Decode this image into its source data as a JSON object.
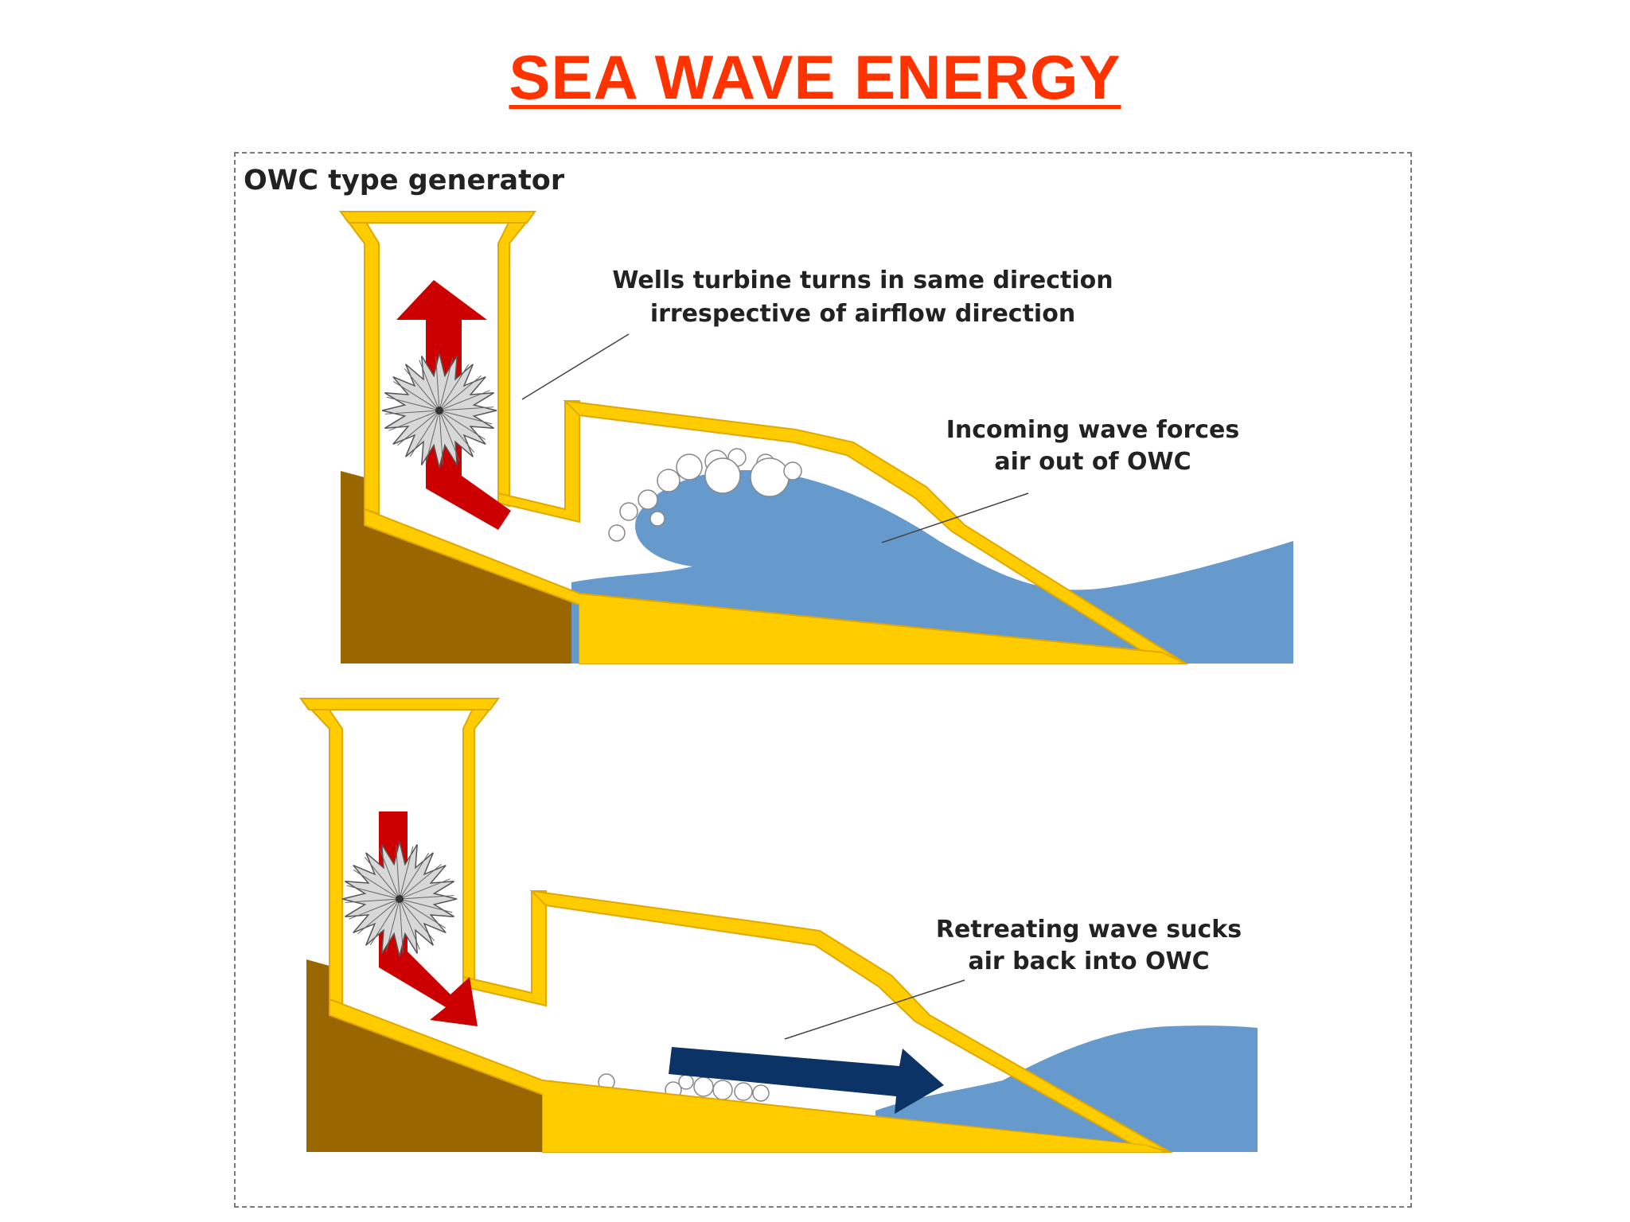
{
  "page": {
    "title": "SEA WAVE ENERGY"
  },
  "diagram": {
    "heading": "OWC type generator",
    "top_panel": {
      "turbine_label_line1": "Wells turbine turns in same direction",
      "turbine_label_line2": "irrespective of airflow direction",
      "wave_label_line1": "Incoming wave forces",
      "wave_label_line2": "air out of OWC"
    },
    "bottom_panel": {
      "wave_label_line1": "Retreating wave sucks",
      "wave_label_line2": "air back into OWC"
    }
  },
  "colors": {
    "title": "#ff3300",
    "structure": "#ffcc00",
    "structure_outline": "#e0a800",
    "rock": "#996600",
    "water": "#6699cc",
    "air_arrow": "#cc0000",
    "water_arrow": "#0b3366",
    "turbine": "#a8a8a8"
  },
  "icons": [
    "wells-turbine-icon",
    "airflow-arrow-up-icon",
    "airflow-arrow-down-icon",
    "water-flow-arrow-icon"
  ]
}
